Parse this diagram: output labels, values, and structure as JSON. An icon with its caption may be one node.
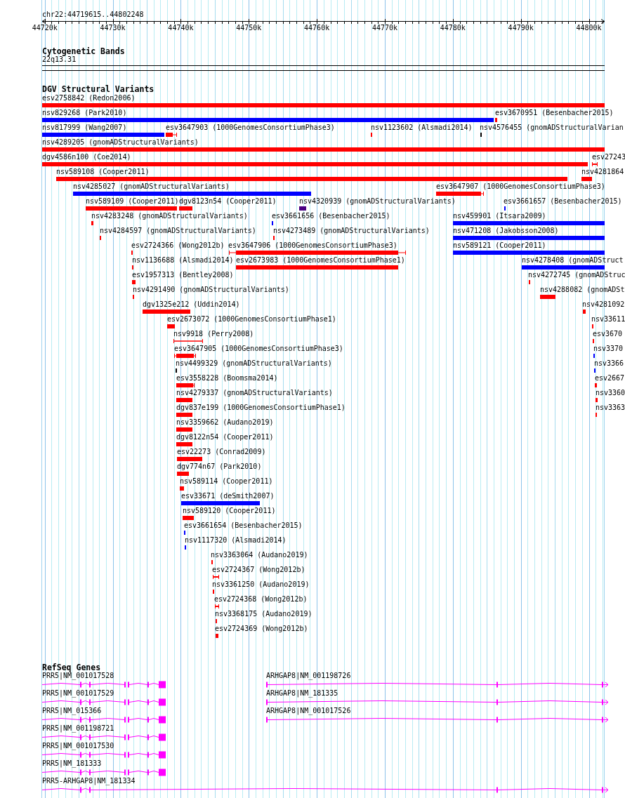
{
  "diagram": {
    "nodes": [
      {
        "text": [
          "22q13.31"
        ]
      },
      {
        "text": [
          "esv2758842 (Redon2006)"
        ]
      },
      {
        "text": [
          "nsv829268 (Park2010)"
        ]
      },
      {
        "text": [
          "esv3670951 (Besenbacher2015)"
        ]
      },
      {
        "text": [
          "nsv817999 (Wang2007)"
        ]
      },
      {
        "text": [
          "esv3647903 (1000GenomesConsortiumPhase3)"
        ]
      },
      {
        "text": [
          "nsv1123602 (Alsmadi2014)"
        ]
      },
      {
        "text": [
          "nsv4576455 (gnomADStructuralVarian"
        ]
      },
      {
        "text": [
          "nsv4289205 (gnomADStructuralVariants)"
        ]
      },
      {
        "text": [
          "dgv4586n100 (Coe2014)"
        ]
      },
      {
        "text": [
          "esv27243"
        ]
      },
      {
        "text": [
          "nsv589108 (Cooper2011)"
        ]
      },
      {
        "text": [
          "nsv4281864"
        ]
      },
      {
        "text": [
          "nsv4285027 (gnomADStructuralVariants)"
        ]
      },
      {
        "text": [
          "esv3647907 (1000GenomesConsortiumPhase3)"
        ]
      },
      {
        "text": [
          "nsv589109 (Cooper2011)"
        ]
      },
      {
        "text": [
          "dgv8123n54 (Cooper2011)"
        ]
      },
      {
        "text": [
          "nsv4320939 (gnomADStructuralVariants)"
        ]
      },
      {
        "text": [
          "esv3661657 (Besenbacher2015)"
        ]
      },
      {
        "text": [
          "nsv4283248 (gnomADStructuralVariants)"
        ]
      },
      {
        "text": [
          "esv3661656 (Besenbacher2015)"
        ]
      },
      {
        "text": [
          "nsv459901 (Itsara2009)"
        ]
      },
      {
        "text": [
          "nsv4284597 (gnomADStructuralVariants)"
        ]
      },
      {
        "text": [
          "nsv4273489 (gnomADStructuralVariants)"
        ]
      },
      {
        "text": [
          "nsv471208 (Jakobsson2008)"
        ]
      },
      {
        "text": [
          "esv2724366 (Wong2012b)"
        ]
      },
      {
        "text": [
          "esv3647906 (1000GenomesConsortiumPhase3)"
        ]
      },
      {
        "text": [
          "nsv589121 (Cooper2011)"
        ]
      },
      {
        "text": [
          "nsv1136688 (Alsmadi2014)"
        ]
      },
      {
        "text": [
          "esv2673983 (1000GenomesConsortiumPhase1)"
        ]
      },
      {
        "text": [
          "nsv4278408 (gnomADStruct"
        ]
      },
      {
        "text": [
          "esv1957313 (Bentley2008)"
        ]
      },
      {
        "text": [
          "nsv4272745 (gnomADStruc"
        ]
      },
      {
        "text": [
          "nsv4291490 (gnomADStructuralVariants)"
        ]
      },
      {
        "text": [
          "nsv4288082 (gnomADSt"
        ]
      },
      {
        "text": [
          "dgv1325e212 (Uddin2014)"
        ]
      },
      {
        "text": [
          "nsv4281092"
        ]
      },
      {
        "text": [
          "esv2673072 (1000GenomesConsortiumPhase1)"
        ]
      },
      {
        "text": [
          "nsv33611"
        ]
      },
      {
        "text": [
          "nsv9918 (Perry2008)"
        ]
      },
      {
        "text": [
          "esv3670"
        ]
      },
      {
        "text": [
          "esv3647905 (1000GenomesConsortiumPhase3)"
        ]
      },
      {
        "text": [
          "nsv3370"
        ]
      },
      {
        "text": [
          "nsv4499329 (gnomADStructuralVariants)"
        ]
      },
      {
        "text": [
          "nsv3366"
        ]
      },
      {
        "text": [
          "esv3558228 (Boomsma2014)"
        ]
      },
      {
        "text": [
          "esv2667"
        ]
      },
      {
        "text": [
          "nsv4279337 (gnomADStructuralVariants)"
        ]
      },
      {
        "text": [
          "nsv3360"
        ]
      },
      {
        "text": [
          "dgv837e199 (1000GenomesConsortiumPhase1)"
        ]
      },
      {
        "text": [
          "nsv3363"
        ]
      },
      {
        "text": [
          "nsv3359662 (Audano2019)"
        ]
      },
      {
        "text": [
          "dgv8122n54 (Cooper2011)"
        ]
      },
      {
        "text": [
          "esv22273 (Conrad2009)"
        ]
      },
      {
        "text": [
          "dgv774n67 (Park2010)"
        ]
      },
      {
        "text": [
          "nsv589114 (Cooper2011)"
        ]
      },
      {
        "text": [
          "esv33671 (deSmith2007)"
        ]
      },
      {
        "text": [
          "nsv589120 (Cooper2011)"
        ]
      },
      {
        "text": [
          "esv3661654 (Besenbacher2015)"
        ]
      },
      {
        "text": [
          "nsv1117320 (Alsmadi2014)"
        ]
      },
      {
        "text": [
          "nsv3363064 (Audano2019)"
        ]
      },
      {
        "text": [
          "esv2724367 (Wong2012b)"
        ]
      },
      {
        "text": [
          "nsv3361250 (Audano2019)"
        ]
      },
      {
        "text": [
          "esv2724368 (Wong2012b)"
        ]
      },
      {
        "text": [
          "nsv3368175 (Audano2019)"
        ]
      },
      {
        "text": [
          "esv2724369 (Wong2012b)"
        ]
      },
      {
        "text": [
          "PRR5|NM_001017528"
        ]
      },
      {
        "text": [
          "ARHGAP8|NM_001198726"
        ]
      },
      {
        "text": [
          "PRR5|NM_001017529"
        ]
      },
      {
        "text": [
          "ARHGAP8|NM_181335"
        ]
      },
      {
        "text": [
          "PRR5|NM_015366"
        ]
      },
      {
        "text": [
          "ARHGAP8|NM_001017526"
        ]
      },
      {
        "text": [
          "PRR5|NM_001198721"
        ]
      },
      {
        "text": [
          "PRR5|NM_001017530"
        ]
      },
      {
        "text": [
          "PRR5|NM_181333"
        ]
      },
      {
        "text": [
          "PRR5-ARHGAP8|NM_181334"
        ]
      }
    ],
    "labels": [
      "chr22:44719615..44802248",
      "44720k",
      "44730k",
      "44740k",
      "44750k",
      "44760k",
      "44770k",
      "44780k",
      "44790k",
      "44800k",
      "Cytogenetic Bands",
      "DGV Structural Variants",
      "RefSeq Genes"
    ]
  }
}
